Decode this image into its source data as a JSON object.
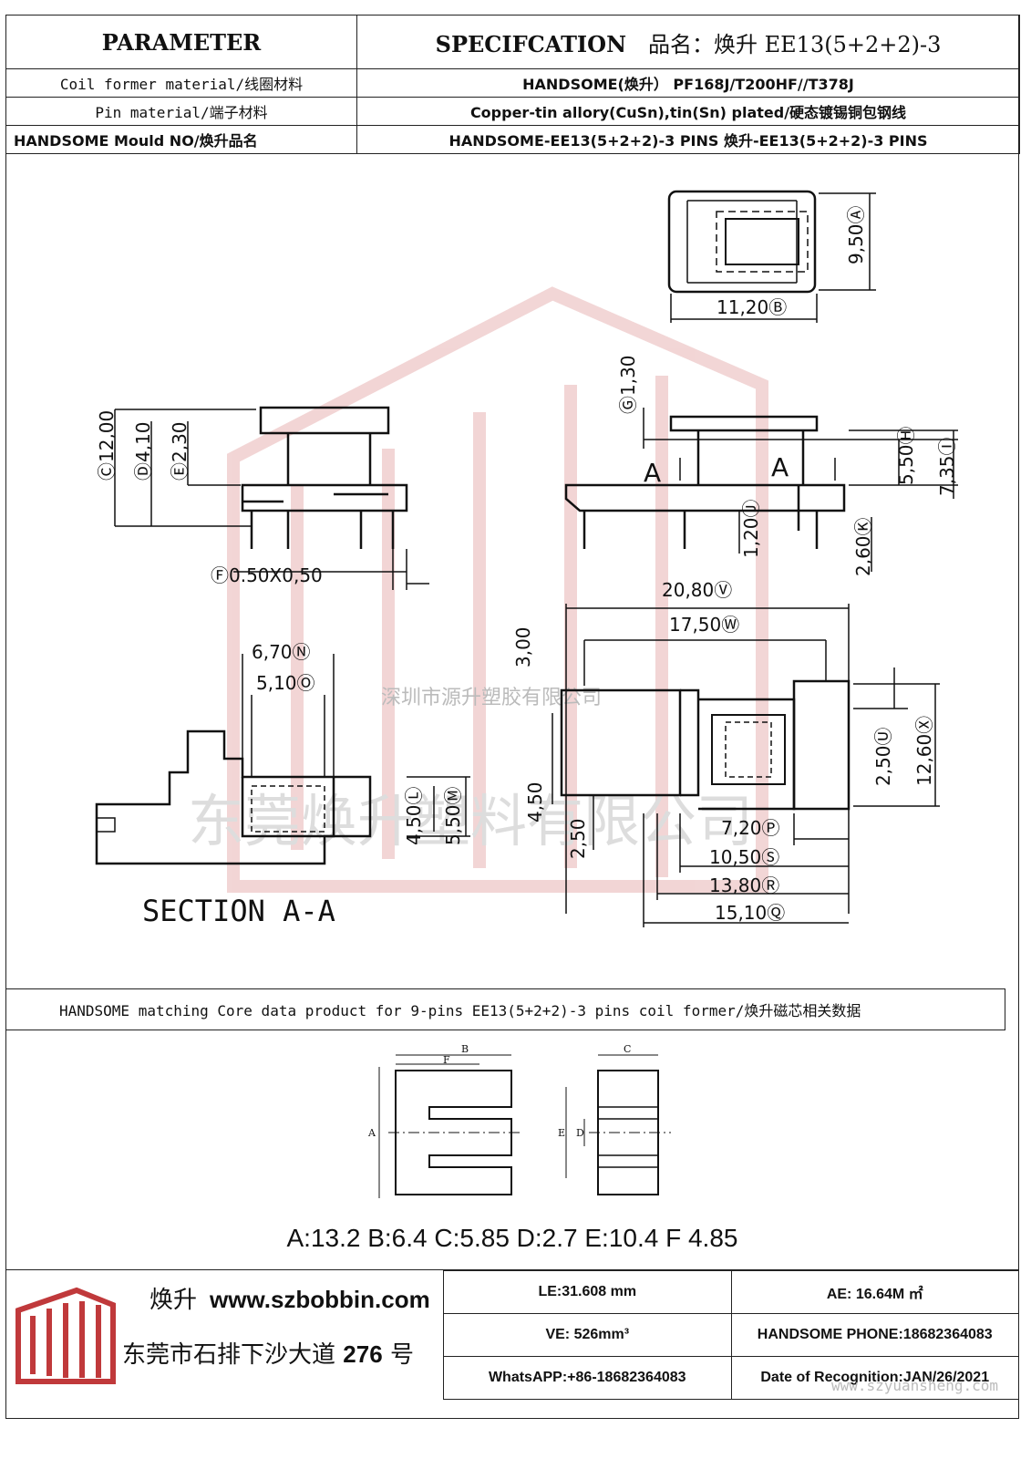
{
  "header": {
    "parameter": "PARAMETER",
    "spec_label": "SPECIFCATION",
    "product_name": "品名：焕升 EE13(5+2+2)-3"
  },
  "rows": [
    {
      "label": "Coil former material/线圈材料",
      "value": "HANDSOME(焕升）  PF168J/T200HF//T378J"
    },
    {
      "label": "Pin material/端子材料",
      "value": "Copper-tin allory(CuSn),tin(Sn) plated/硬态镀锡铜包钢线"
    },
    {
      "label": "HANDSOME Mould NO/焕升品名",
      "value": "HANDSOME-EE13(5+2+2)-3 PINS   焕升-EE13(5+2+2)-3 PINS"
    }
  ],
  "drawing": {
    "dims": {
      "a": "9,50Ⓐ",
      "b": "11,20Ⓑ",
      "c": "Ⓒ12,00",
      "d": "Ⓓ4,10",
      "e": "Ⓔ2,30",
      "f": "Ⓕ0.50X0,50",
      "g": "Ⓖ1,30",
      "h": "5,50Ⓗ",
      "i": "7,35Ⓘ",
      "j": "1,20Ⓙ",
      "k": "2,60Ⓚ",
      "v": "20,80Ⓥ",
      "w": "17,50Ⓦ",
      "n": "6,70Ⓝ",
      "o": "5,10Ⓞ",
      "l": "4,50Ⓛ",
      "m": "5,50Ⓜ",
      "t300": "3,00",
      "t450": "4,50",
      "t250": "2,50",
      "u": "2,50Ⓤ",
      "x": "12,60Ⓧ",
      "p": "7,20Ⓟ",
      "s": "10,50Ⓢ",
      "r": "13,80Ⓡ",
      "q": "15,10Ⓠ"
    },
    "section_a": "A",
    "section_label": "SECTION A-A",
    "watermark_cn1": "深圳市源升塑胶有限公司",
    "watermark_cn2": "东莞焕升塑料有限公司"
  },
  "core": {
    "title": "HANDSOME matching Core data  product for 9-pins EE13(5+2+2)-3 pins coil former/焕升磁芯相关数据",
    "labels": {
      "a": "A",
      "b": "B",
      "c": "C",
      "d": "D",
      "e": "E",
      "f": "F"
    },
    "data": "A:13.2 B:6.4 C:5.85 D:2.7 E:10.4 F 4.85"
  },
  "footer": {
    "brand_cn": "焕升",
    "website": "www.szbobbin.com",
    "address_cn": "东莞市石排下沙大道",
    "address_num": "276",
    "address_suffix": "号",
    "le": "LE:31.608 mm",
    "ae": "AE: 16.64M ㎡",
    "ve": "VE: 526mm³",
    "phone": "HANDSOME PHONE:18682364083",
    "whatsapp": "WhatsAPP:+86-18682364083",
    "date": "Date of Recognition:JAN/26/2021",
    "wm_url": "www.szyuansheng.com"
  },
  "colors": {
    "watermark": "#e8b4b4",
    "logo": "#c0393b",
    "line": "#111111"
  }
}
